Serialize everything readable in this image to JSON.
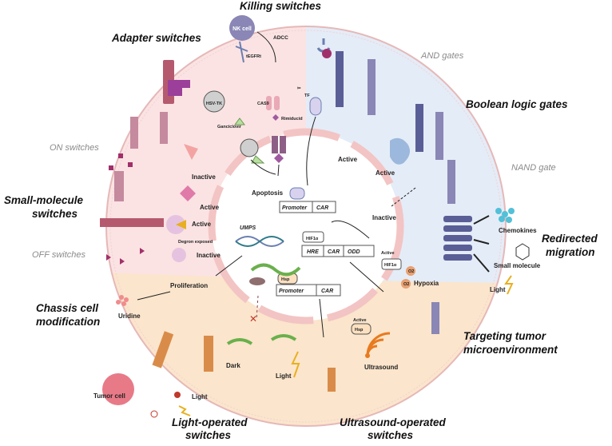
{
  "sections": {
    "killing_switches": "Killing switches",
    "adapter_switches": "Adapter switches",
    "and_gates": "AND gates",
    "boolean_logic_gates": "Boolean logic gates",
    "nand_gate": "NAND gate",
    "on_switches": "ON switches",
    "small_molecule_switches_1": "Small-molecule",
    "small_molecule_switches_2": "switches",
    "off_switches": "OFF switches",
    "redirected_migration_1": "Redirected",
    "redirected_migration_2": "migration",
    "chassis_cell_1": "Chassis cell",
    "chassis_cell_2": "modification",
    "targeting_tumor_1": "Targeting tumor",
    "targeting_tumor_2": "microenvironment",
    "light_operated_1": "Light-operated",
    "light_operated_2": "switches",
    "ultrasound_operated_1": "Ultrasound-operated",
    "ultrasound_operated_2": "switches"
  },
  "labels": {
    "nk_cell": "NK cell",
    "adcc": "ADCC",
    "tegfrt": "tEGFRt",
    "hsv_tk": "HSV-TK",
    "casp9": "CAS9",
    "ganciclovir": "Ganciclovir",
    "rimiducid": "Rimiducid",
    "tf": "TF",
    "inactive_1": "Inactive",
    "active_1": "Active",
    "active_on": "Active",
    "active_small": "Active",
    "degron_exposed": "Degron exposed",
    "inactive_off": "Inactive",
    "active_and": "Active",
    "active_bool": "Active",
    "inactive_nand": "Inactive",
    "apoptosis": "Apoptosis",
    "promoter_1": "Promoter",
    "car_1": "CAR",
    "umps": "UMPS",
    "hif1a_1": "HIF1α",
    "hre": "HRE",
    "car_2": "CAR",
    "odd": "ODD",
    "active_hif": "Active",
    "hif1a_2": "HIF1α",
    "o2_1": "O2",
    "o2_2": "O2",
    "hypoxia": "Hypoxia",
    "proliferation": "Proliferation",
    "uridine": "Uridine",
    "hsp_1": "Hsp",
    "promoter_2": "Promoter",
    "car_3": "CAR",
    "active_hsp": "Active",
    "hsp_2": "Hsp",
    "chemokines": "Chemokines",
    "small_molecule": "Small molecule",
    "light_right": "Light",
    "dark": "Dark",
    "light_bottom": "Light",
    "ultrasound": "Ultrasound",
    "tumor_cell": "Tumor cell",
    "light_left": "Light"
  },
  "colors": {
    "pink_bg": "#fbe3e3",
    "blue_bg": "#e4ecf7",
    "orange_bg": "#fbe5cc",
    "membrane": "#f3c4c4",
    "purple_receptor": "#8a86b5",
    "orange_receptor": "#d98c4a",
    "maroon_receptor": "#b55a6e"
  }
}
